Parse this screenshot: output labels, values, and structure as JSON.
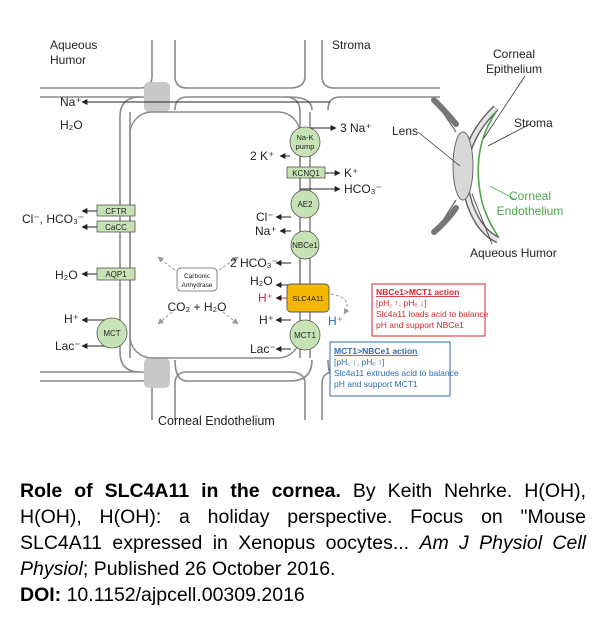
{
  "labels": {
    "aqueous_humor_1": "Aqueous",
    "aqueous_humor_2": "Humor",
    "stroma": "Stroma",
    "corneal_endothelium": "Corneal Endothelium",
    "left_na": "Na⁺",
    "left_h2o_top": "H₂O",
    "cl_hco3": "Cl⁻, HCO₃⁻",
    "left_h2o": "H₂O",
    "left_h": "H⁺",
    "left_lac": "Lac⁻",
    "right_3na": "3 Na⁺",
    "right_2k": "2 K⁺",
    "right_k": "K⁺",
    "right_hco3": "HCO₃⁻",
    "right_cl": "Cl⁻",
    "right_na": "Na⁺",
    "right_2hco3": "2 HCO₃⁻",
    "right_h2o": "H₂O",
    "right_h_red": "H⁺",
    "right_h": "H⁺",
    "right_lac": "Lac⁻",
    "h_blue": "H⁺",
    "co2_h2o": "CO₂ + H₂O"
  },
  "transporters": {
    "nak_1": "Na-K",
    "nak_2": "pump",
    "kcnq1": "KCNQ1",
    "ae2": "AE2",
    "nbce1": "NBCe1",
    "slc4a11": "SLC4A11",
    "mct1": "MCT1",
    "cftr": "CFTR",
    "cacc": "CaCC",
    "aqp1": "AQP1",
    "mct": "MCT",
    "ca_1": "Carbonic",
    "ca_2": "Anhydrase"
  },
  "eye": {
    "corneal_epithelium_1": "Corneal",
    "corneal_epithelium_2": "Epithelium",
    "lens": "Lens",
    "stroma": "Stroma",
    "corneal_endothelium_1": "Corneal",
    "corneal_endothelium_2": "Endothelium",
    "aqueous_humor": "Aqueous Humor"
  },
  "boxes": {
    "red": {
      "title": "NBCe1>MCT1 action",
      "line1": "[pH꜀ ↑, pHₑ ↓]",
      "line2": "Slc4a11 loads acid to balance",
      "line3": "pH and support NBCe1"
    },
    "blue": {
      "title": "MCT1>NBCe1 action",
      "line1": "[pH꜀ ↓, pHₑ ↑]",
      "line2": "Slc4a11 extrudes acid to balance",
      "line3": "pH and support MCT1"
    }
  },
  "caption": {
    "title": "Role of SLC4A11 in the cornea.",
    "body": " By Keith Nehrke. H(OH), H(OH), H(OH): a holiday perspective. Focus on \"Mouse SLC4A11 expressed in Xenopus oocytes... ",
    "journal": "Am J Physiol Cell Physiol",
    "published": "; Published 26 October 2016.",
    "doi_label": "DOI:",
    "doi": " 10.1152/ajpcell.00309.2016"
  },
  "colors": {
    "transporter_fill": "#c6e3b5",
    "slc4a11_fill": "#f5b800",
    "red_box": "#d9262a",
    "blue_box": "#2b6cb0",
    "endothelium_green": "#4aa84a",
    "membrane_gray": "#9a9a9a"
  }
}
